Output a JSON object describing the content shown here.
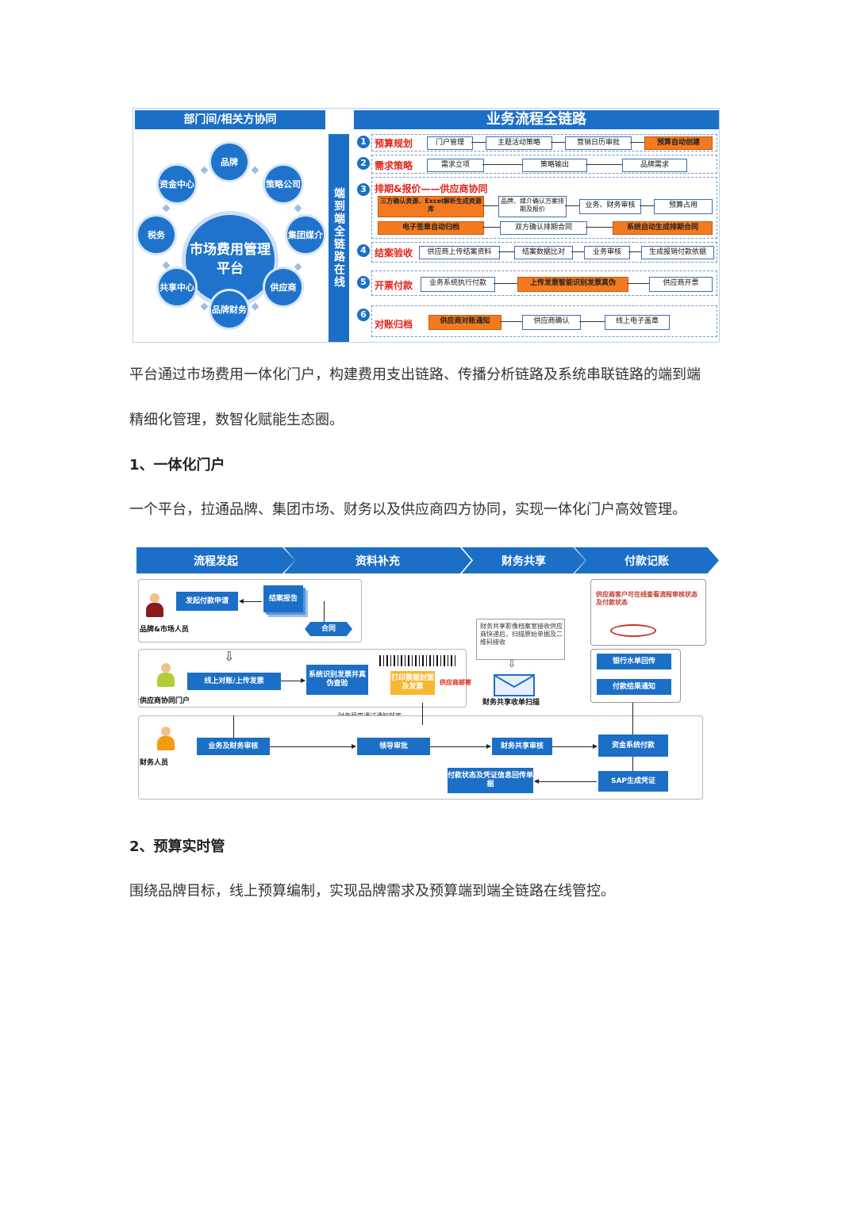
{
  "figure1": {
    "left_title": "部门间/相关方协同",
    "right_title": "业务流程全链路",
    "vertical_label": "端到端全链路在线",
    "center": "市场费用管理平台",
    "nodes": [
      "品牌",
      "策略公司",
      "集团媒介",
      "供应商",
      "品牌财务",
      "共享中心",
      "税务",
      "资金中心"
    ],
    "rows": [
      {
        "num": "1",
        "stage": "预算规划",
        "boxes": [
          "门户管理",
          "主题活动策略",
          "营销日历审批",
          "预算自动创建"
        ]
      },
      {
        "num": "2",
        "stage": "需求策略",
        "boxes": [
          "需求立项",
          "策略输出",
          "品牌需求"
        ]
      },
      {
        "num": "3",
        "stage": "排期&报价——供应商协同",
        "boxes": [
          "三方确认资源、Excel解析生成资源库",
          "品牌、媒介确认方案排期及报价",
          "业务、财务审核",
          "预算占用",
          "电子签章自动归档",
          "双方确认排期合同",
          "系统自动生成排期合同"
        ]
      },
      {
        "num": "4",
        "stage": "结案验收",
        "boxes": [
          "供应商上传结案资料",
          "结案数据比对",
          "业务审核",
          "生成报销付款依据"
        ]
      },
      {
        "num": "5",
        "stage": "开票付款",
        "boxes": [
          "业务系统执行付款",
          "上传发票智能识别发票真伪",
          "供应商开票"
        ]
      },
      {
        "num": "6",
        "stage": "对账归档",
        "boxes": [
          "供应商对账通知",
          "供应商确认",
          "线上电子盖章"
        ]
      }
    ]
  },
  "paragraph1_line1": "平台通过市场费用一体化门户，构建费用支出链路、传播分析链路及系统串联链路的端到端",
  "paragraph1_line2": "精细化管理，数智化赋能生态圈。",
  "heading1": "1、一体化门户",
  "paragraph2": "一个平台，拉通品牌、集团市场、财务以及供应商四方协同，实现一体化门户高效管理。",
  "figure2": {
    "phases": [
      "流程发起",
      "资料补充",
      "财务共享",
      "付款记账"
    ],
    "roles": [
      "品牌&市场人员",
      "供应商协同门户",
      "财务人员"
    ],
    "boxes": {
      "start_payment": "发起付款申请",
      "settlement_report": "结案报告",
      "contract": "合同",
      "upload_invoice": "线上对账/上传发票",
      "invoice_check": "系统识别发票并真伪查验",
      "print_cover": "打印票据封面及发票",
      "supplier_mail": "供应商邮寄",
      "shared_scan": "财务共享收单扫描",
      "shared_note": "财务共享影像档案室接收供应商快递后，扫描原始单据及二维码接收",
      "finance_notice": "财务预审通过通知邮寄",
      "biz_fin_review": "业务及财务审核",
      "leader_approval": "领导审批",
      "shared_review": "财务共享审核",
      "fund_payment": "资金系统付款",
      "sap_voucher": "SAP生成凭证",
      "payment_writeback": "付款状态及凭证信息回传单据",
      "bank_receipt": "银行水单回传",
      "payment_notice": "付款结果通知",
      "supplier_query": "供应商客户可在线查看流程审核状态及付款状态"
    }
  },
  "heading2": "2、预算实时管",
  "paragraph3": "围绕品牌目标，线上预算编制，实现品牌需求及预算端到端全链路在线管控。"
}
